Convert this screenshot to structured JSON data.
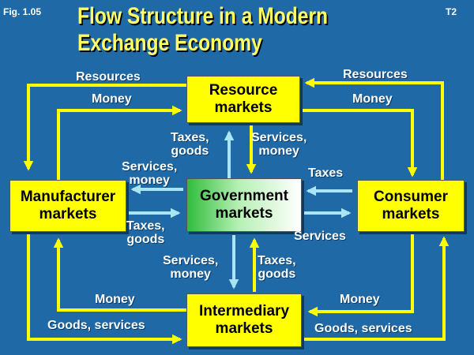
{
  "fig_label": "Fig. 1.05",
  "code": "T2",
  "title": "Flow Structure in a Modern Exchange Economy",
  "colors": {
    "background": "#1f6aa6",
    "box": "#ffff00",
    "flow": "#ffff00",
    "gov_flow": "#a8e6f5",
    "title": "#ffff66"
  },
  "boxes": {
    "resource": [
      "Resource",
      "markets"
    ],
    "manufacturer": [
      "Manufacturer",
      "markets"
    ],
    "government": [
      "Government",
      "markets"
    ],
    "consumer": [
      "Consumer",
      "markets"
    ],
    "intermediary": [
      "Intermediary",
      "markets"
    ]
  },
  "labels": {
    "resources_left": "Resources",
    "money_left_top": "Money",
    "resources_right": "Resources",
    "money_right_top": "Money",
    "taxes_goods_top": [
      "Taxes,",
      "goods"
    ],
    "services_money_top": [
      "Services,",
      "money"
    ],
    "services_money_left": [
      "Services,",
      "money"
    ],
    "taxes_right": "Taxes",
    "taxes_goods_left": [
      "Taxes,",
      "goods"
    ],
    "services_right": "Services",
    "services_money_bottom": [
      "Services,",
      "money"
    ],
    "taxes_goods_bottom": [
      "Taxes,",
      "goods"
    ],
    "money_left_bottom": "Money",
    "goods_services_left": "Goods, services",
    "money_right_bottom": "Money",
    "goods_services_right": "Goods, services"
  }
}
